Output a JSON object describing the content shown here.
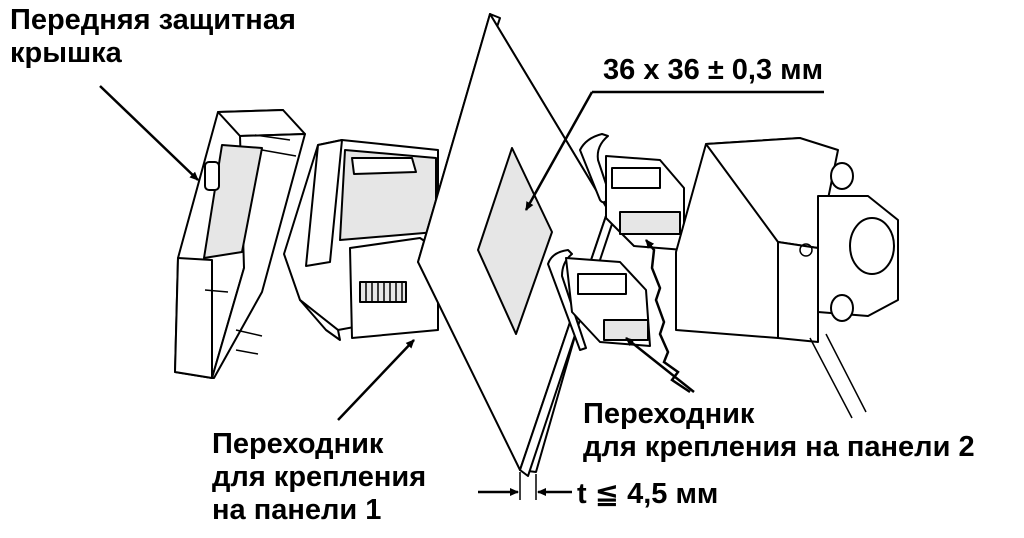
{
  "labels": {
    "front_cover": "Передняя защитная\nкрышка",
    "adapter_1": "Переходник\nдля крепления\nна панели 1",
    "adapter_2": "Переходник\nдля крепления на панели 2",
    "cutout_dimension": "36 x 36 ± 0,3 мм",
    "panel_thickness": "t ≦ 4,5 мм"
  }
}
